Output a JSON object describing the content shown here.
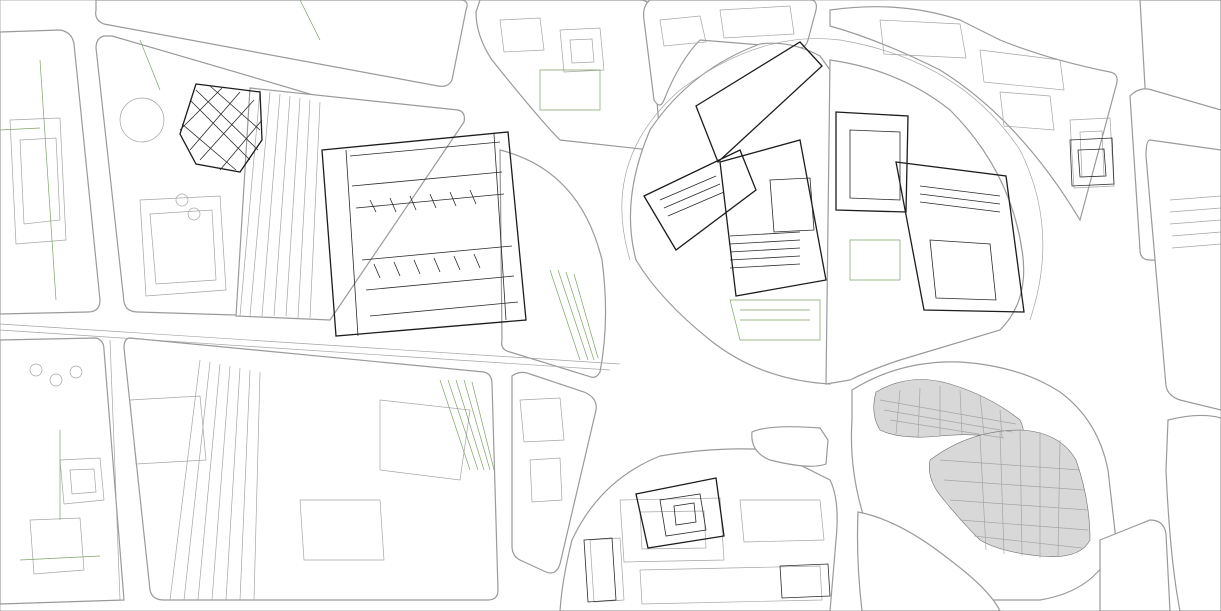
{
  "map": {
    "colors": {
      "background": "#ffffff",
      "block_outline": "#9a9a9a",
      "street_detail": "#a5a5a5",
      "landscape": "#7fa36a",
      "building_plan": "#1c1c1c",
      "mesh_roof": "#6e6e6e"
    },
    "layers": [
      "city-blocks",
      "street-detail",
      "landscape-lines",
      "building-plans",
      "mesh-roof-structure"
    ]
  }
}
